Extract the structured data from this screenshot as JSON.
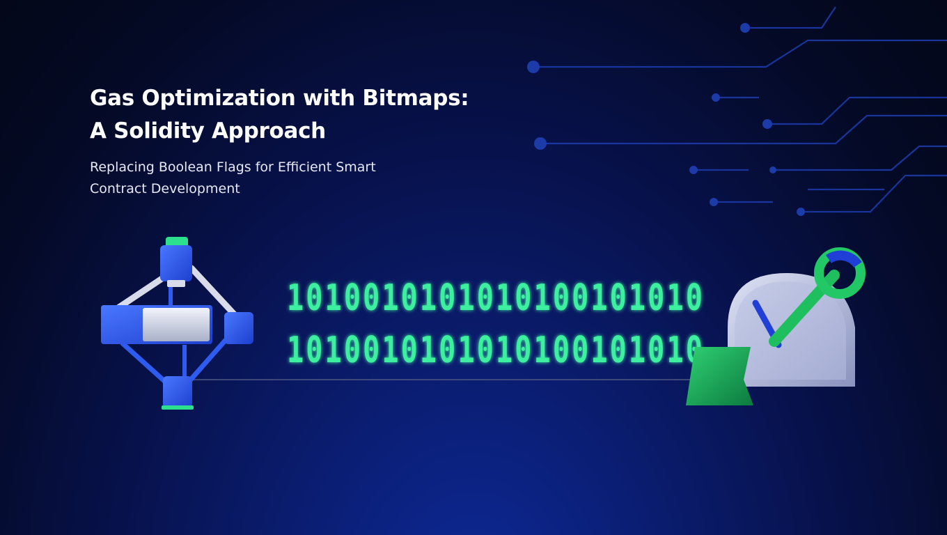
{
  "title": {
    "line1": "Gas Optimization with Bitmaps:",
    "line2": "A Solidity Approach"
  },
  "subtitle": {
    "line1": "Replacing Boolean Flags for Efficient Smart",
    "line2": "Contract Development"
  },
  "bits": {
    "row1": "1010010101010100101010",
    "row2": "1010010101010100101010"
  },
  "colors": {
    "background": "#040a26",
    "accent_green": "#3ef0a0",
    "accent_blue": "#2f5cf0",
    "circuit_line": "#1e3fb5"
  },
  "icons": [
    "circuit-lines",
    "node-network-icon",
    "binary-bits",
    "checkmark-shield-icon"
  ]
}
